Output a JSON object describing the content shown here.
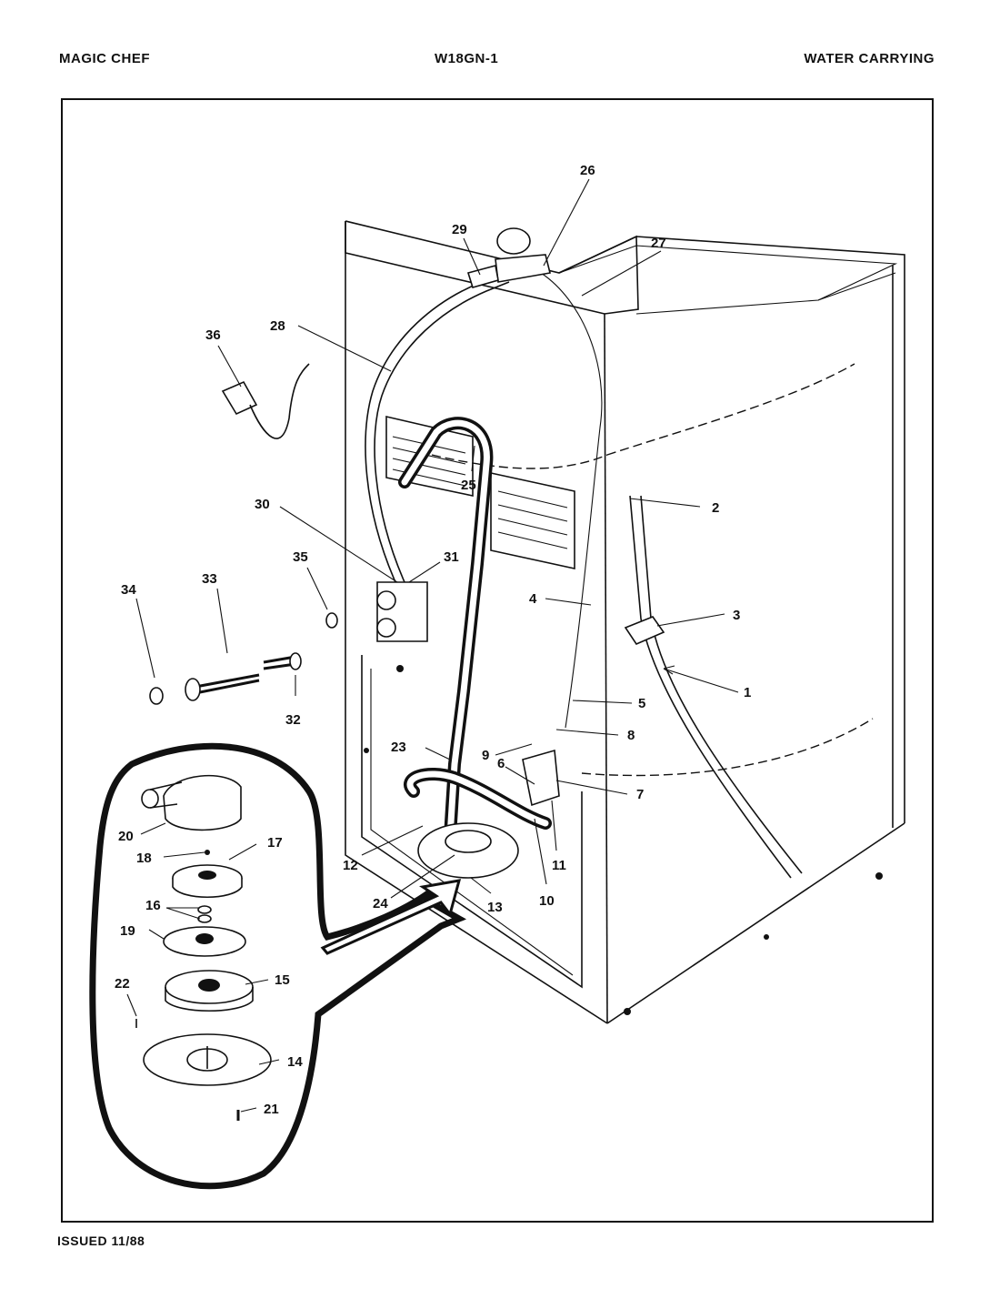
{
  "header": {
    "brand": "MAGIC CHEF",
    "model": "W18GN-1",
    "section": "WATER CARRYING"
  },
  "footer": {
    "issued": "ISSUED 11/88"
  },
  "callouts": [
    "1",
    "2",
    "3",
    "4",
    "5",
    "6",
    "7",
    "8",
    "9",
    "10",
    "11",
    "12",
    "13",
    "14",
    "15",
    "16",
    "17",
    "18",
    "19",
    "20",
    "21",
    "22",
    "23",
    "24",
    "25",
    "26",
    "27",
    "28",
    "29",
    "30",
    "31",
    "32",
    "33",
    "34",
    "35",
    "36"
  ]
}
